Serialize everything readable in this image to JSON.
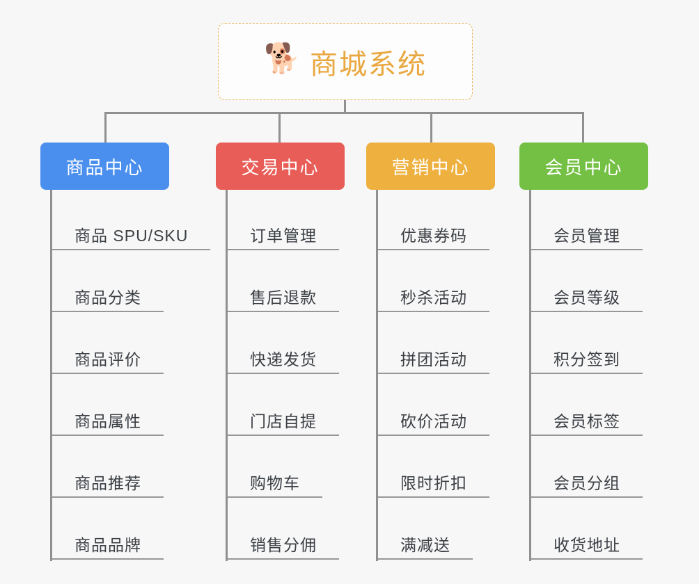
{
  "diagram": {
    "background_color": "#f7f7f7",
    "connector_color": "#909090",
    "root": {
      "icon": "shiba-dog-face-icon",
      "icon_glyph": "🐕",
      "title": "商城系统",
      "title_color": "#e9a73f",
      "border_color": "#e8b860",
      "border_style": "dashed"
    },
    "categories": [
      {
        "id": "product-center",
        "label": "商品中心",
        "color": "#4a8fee",
        "text_color": "#ffffff",
        "items": [
          "商品 SPU/SKU",
          "商品分类",
          "商品评价",
          "商品属性",
          "商品推荐",
          "商品品牌"
        ]
      },
      {
        "id": "trade-center",
        "label": "交易中心",
        "color": "#e85d57",
        "text_color": "#ffffff",
        "items": [
          "订单管理",
          "售后退款",
          "快递发货",
          "门店自提",
          "购物车",
          "销售分佣"
        ]
      },
      {
        "id": "marketing-center",
        "label": "营销中心",
        "color": "#eeb03f",
        "text_color": "#ffffff",
        "items": [
          "优惠券码",
          "秒杀活动",
          "拼团活动",
          "砍价活动",
          "限时折扣",
          "满减送"
        ]
      },
      {
        "id": "member-center",
        "label": "会员中心",
        "color": "#74c044",
        "text_color": "#ffffff",
        "items": [
          "会员管理",
          "会员等级",
          "积分签到",
          "会员标签",
          "会员分组",
          "收货地址"
        ]
      }
    ]
  }
}
